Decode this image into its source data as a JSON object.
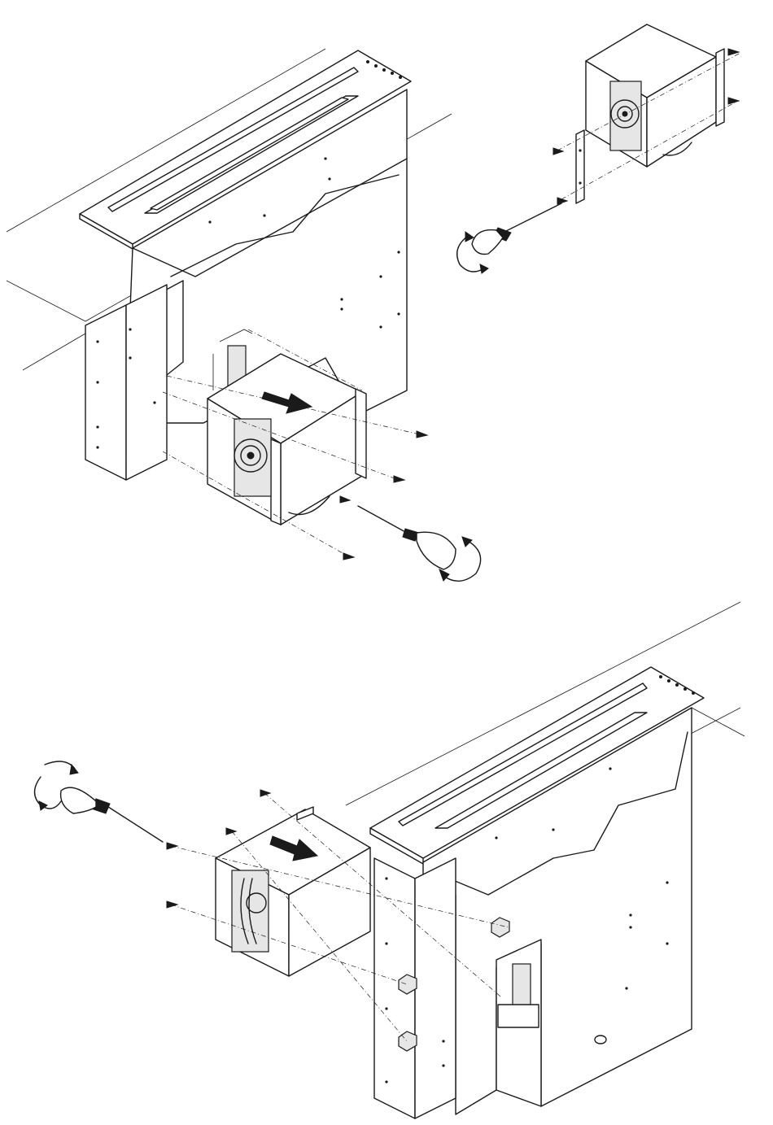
{
  "figure": {
    "panels": [
      {
        "id": "step-1",
        "description_icon": "hood-front-motor-mount"
      },
      {
        "id": "step-2",
        "description_icon": "motor-box-screw-detail"
      },
      {
        "id": "step-3",
        "description_icon": "hood-rear-motor-mount"
      }
    ],
    "colors": {
      "line": "#1a1a1a",
      "background": "#ffffff",
      "shade": "#e6e6e6"
    }
  }
}
